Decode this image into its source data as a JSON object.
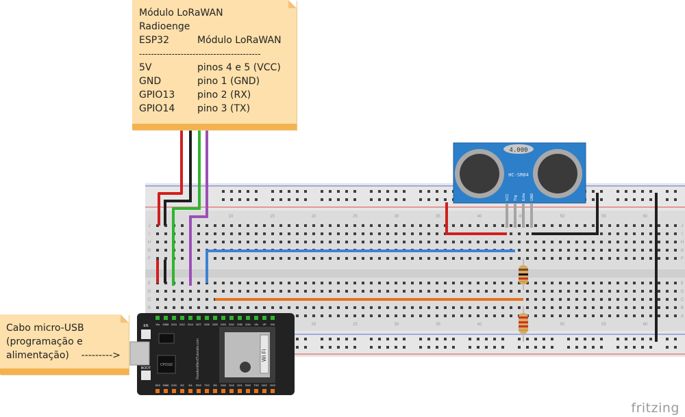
{
  "note_top": {
    "title1": "Módulo LoRaWAN",
    "title2": "Radioenge",
    "col_a_header": "ESP32",
    "col_b_header": "Módulo LoRaWAN",
    "separator": "-----------------------------------------",
    "rows": [
      {
        "a": "5V",
        "b": "pinos 4 e 5 (VCC)"
      },
      {
        "a": "GND",
        "b": "pino 1 (GND)"
      },
      {
        "a": "GPIO13",
        "b": "pino 2 (RX)"
      },
      {
        "a": "GPIO14",
        "b": "pino 3 (TX)"
      }
    ]
  },
  "note_usb": {
    "line1": "Cabo micro-USB",
    "line2": "(programação e",
    "line3": "alimentação)    --------->"
  },
  "sensor": {
    "display": "4.000",
    "model": "HC-SR04",
    "pins": [
      "VCC",
      "Trig",
      "Echo",
      "GND"
    ]
  },
  "breadboard": {
    "column_numbers": [
      "10",
      "15",
      "20",
      "25",
      "30",
      "35",
      "40",
      "45",
      "50",
      "55",
      "60"
    ],
    "row_letters_top": [
      "J",
      "I",
      "H",
      "G",
      "F"
    ],
    "row_letters_bottom": [
      "E",
      "D",
      "C",
      "B",
      "A"
    ]
  },
  "esp32": {
    "top_pins": [
      "Vin",
      "GND",
      "D13",
      "D12",
      "D14",
      "D27",
      "D26",
      "D25",
      "D33",
      "D32",
      "D35",
      "D34",
      "VN",
      "VP",
      "EN"
    ],
    "bottom_pins": [
      "3V3",
      "GND",
      "D15",
      "D2",
      "D4",
      "RX2",
      "TX2",
      "D5",
      "D18",
      "D19",
      "D21",
      "RX0",
      "TX0",
      "D22",
      "D23"
    ],
    "button_en": "EN",
    "button_boot": "BOOT",
    "chip_label": "CP2102",
    "wifi_label": "Wi Fi",
    "side_text": "RandomNerdTutorials.com"
  },
  "colors": {
    "wire_red": "#d01f1f",
    "wire_black": "#1f1f1f",
    "wire_green": "#2fb52f",
    "wire_purple": "#9b4fb5",
    "wire_blue": "#3b82d6",
    "wire_orange": "#e5731d",
    "sensor_blue": "#2d7fc9",
    "note_fill": "#fde0ab",
    "note_bar": "#f4b24f"
  },
  "logo": "fritzing"
}
